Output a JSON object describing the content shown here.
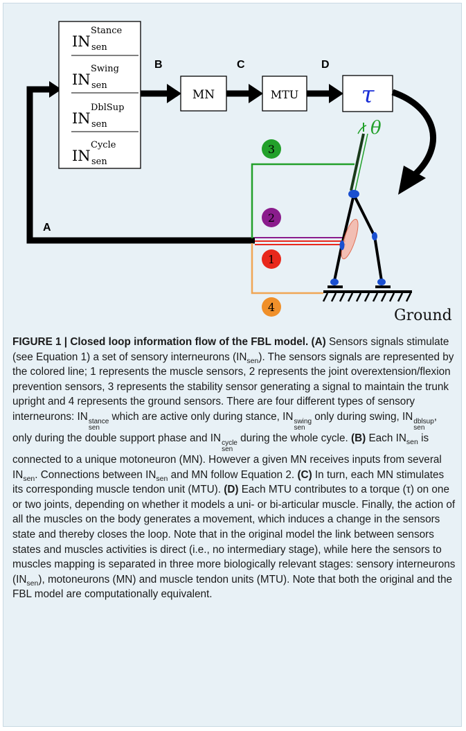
{
  "diagram": {
    "in_prefix": "IN",
    "in_sub": "sen",
    "interneuron_types": [
      "Stance",
      "Swing",
      "DblSup",
      "Cycle"
    ],
    "stage_labels": [
      "A",
      "B",
      "C",
      "D"
    ],
    "mn_label": "MN",
    "mtu_label": "MTU",
    "torque_symbol": "𝜏",
    "theta_symbol": "θ",
    "ground_label": "Ground",
    "sensors": [
      {
        "num": "1",
        "color": "#e8281c"
      },
      {
        "num": "2",
        "color": "#8a1c8c"
      },
      {
        "num": "3",
        "color": "#22a02a"
      },
      {
        "num": "4",
        "color": "#f0902a"
      }
    ]
  },
  "caption": {
    "label": "FIGURE 1 | Closed loop information flow of the FBL model.",
    "tag_a": "(A)",
    "text_a1": " Sensors signals stimulate (see Equation 1) a set of sensory interneurons (IN",
    "sub_sen": "sen",
    "text_a2": "). The sensors signals are represented by the colored line; 1 represents the muscle sensors, 2 represents the joint overextension/flexion prevention sensors, 3 represents the stability sensor generating a signal to maintain the trunk upright and 4 represents the ground sensors. There are four different types of sensory interneurons: IN",
    "sup_stance": "stance",
    "text_a3": " which are active only during stance, IN",
    "sup_swing": "swing",
    "text_a4": " only during swing, IN",
    "sup_dblsup": "dblsup",
    "text_a5": ", only during the double support phase and IN",
    "sup_cycle": "cycle",
    "text_a6": " during the whole cycle.",
    "tag_b": "(B)",
    "text_b1": " Each IN",
    "text_b2": " is connected to a unique motoneuron (MN). However a given MN receives inputs from several IN",
    "text_b3": ". Connections between IN",
    "text_b4": " and MN follow Equation 2.",
    "tag_c": "(C)",
    "text_c": " In turn, each MN stimulates its corresponding muscle tendon unit (MTU).",
    "tag_d": "(D)",
    "text_d1": " Each MTU contributes to a torque (τ) on one or two joints, depending on whether it models a uni- or bi-articular muscle. Finally, the action of all the muscles on the body generates a movement, which induces a change in the sensors state and thereby closes the loop. Note that in the original model the link between sensors states and muscles activities is direct (i.e., no intermediary stage), while here the sensors to muscles mapping is separated in three more biologically relevant stages: sensory interneurons (IN",
    "text_d2": "), motoneurons (MN) and muscle tendon units (MTU). Note that both the original and the FBL model are computationally equivalent."
  }
}
